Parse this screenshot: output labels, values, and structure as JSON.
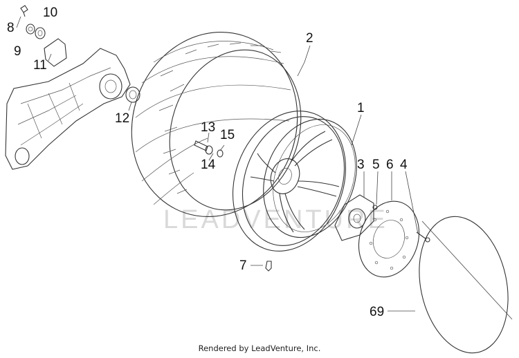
{
  "callouts": {
    "c1": "1",
    "c2": "2",
    "c3": "3",
    "c4": "4",
    "c5": "5",
    "c6": "6",
    "c7": "7",
    "c8": "8",
    "c9": "9",
    "c10": "10",
    "c11": "11",
    "c12": "12",
    "c13": "13",
    "c14": "14",
    "c15": "15",
    "c69": "69"
  },
  "watermark": "LEADVENTURE",
  "footer": "Rendered by LeadVenture, Inc."
}
